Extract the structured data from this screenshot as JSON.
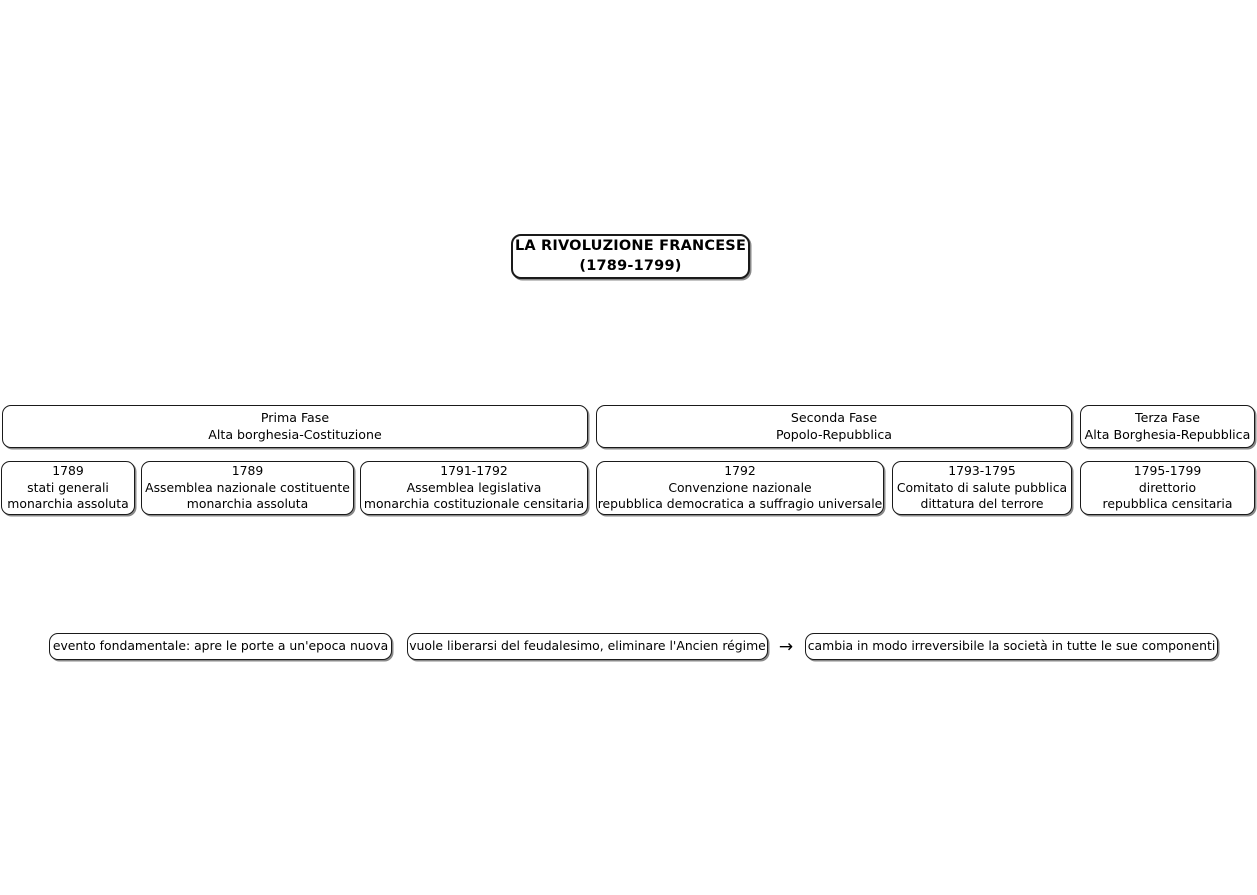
{
  "diagram": {
    "title_node": {
      "line1": "LA RIVOLUZIONE FRANCESE",
      "line2": "(1789-1799)"
    },
    "phases": [
      {
        "name": "Prima Fase",
        "subtitle": "Alta borghesia-Costituzione"
      },
      {
        "name": "Seconda Fase",
        "subtitle": "Popolo-Repubblica"
      },
      {
        "name": "Terza Fase",
        "subtitle": "Alta Borghesia-Repubblica"
      }
    ],
    "events": [
      {
        "years": "1789",
        "body": "stati generali",
        "regime": "monarchia assoluta"
      },
      {
        "years": "1789",
        "body": "Assemblea nazionale costituente",
        "regime": "monarchia assoluta"
      },
      {
        "years": "1791-1792",
        "body": "Assemblea legislativa",
        "regime": "monarchia costituzionale censitaria"
      },
      {
        "years": "1792",
        "body": "Convenzione nazionale",
        "regime": "repubblica democratica a suffragio universale"
      },
      {
        "years": "1793-1795",
        "body": "Comitato di salute pubblica",
        "regime": "dittatura del terrore"
      },
      {
        "years": "1795-1799",
        "body": "direttorio",
        "regime": "repubblica censitaria"
      }
    ],
    "notes": [
      {
        "text": "evento fondamentale: apre le porte a un'epoca nuova"
      },
      {
        "text": "vuole liberarsi del feudalesimo, eliminare l'Ancien régime"
      },
      {
        "text": "cambia in modo irreversibile la società in tutte le sue componenti"
      }
    ],
    "connector": {
      "arrow_glyph": "→"
    },
    "colors": {
      "background": "#ffffff",
      "border": "#1a1a1a",
      "text": "#000000"
    }
  }
}
